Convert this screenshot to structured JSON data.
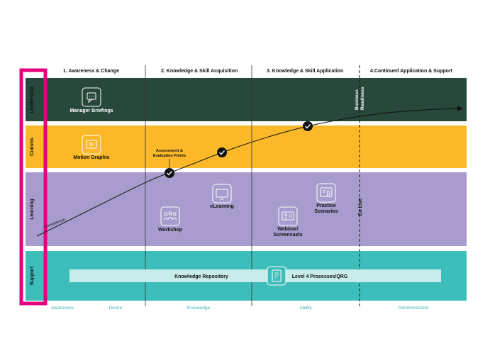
{
  "phases": [
    "1. Awareness & Change",
    "2. Knowledge & Skill Acquisition",
    "3. Knowledge & Skill Application",
    "4.Continued Application & Support"
  ],
  "lanes": {
    "leadership": "Leadership",
    "comms": "Comms",
    "learning": "Learning",
    "support": "Support"
  },
  "items": {
    "manager_briefings": "Manager Briefings",
    "motion_graphic": "Motion Graphic",
    "elearning": "eLearning",
    "workshop": "Workshop",
    "webinar_1": "Webinar/",
    "webinar_2": "Screencasts",
    "practice_1": "Practice",
    "practice_2": "Scenarios",
    "knowledge_repository": "Knowledge Repository",
    "processes_qrg": "Level 4 Processes/QRG"
  },
  "annotations": {
    "assessment_1": "Assessment &",
    "assessment_2": "Evaluation Points",
    "competence": "Competence",
    "business_1": "Business",
    "business_2": "Readiness",
    "go_live": "Go Live"
  },
  "stages": {
    "awareness": "Awareness",
    "desire": "Desire",
    "knowledge": "Knowledge",
    "ability": "Ability",
    "reinforcement": "Reinforcement"
  },
  "colors": {
    "leadership": "#27483a",
    "comms": "#fbb828",
    "learning": "#a99bcd",
    "support": "#3dbebb",
    "repository": "#c8ecea",
    "highlight": "#e6007e",
    "stage_text": "#3bb3b0"
  }
}
